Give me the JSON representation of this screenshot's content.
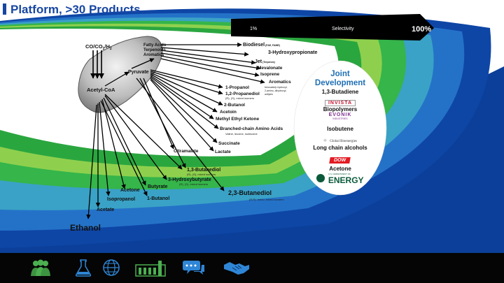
{
  "title": "Platform, >30 Products…",
  "selectivity": {
    "start": "1%",
    "label": "Selectivity",
    "end": "100%"
  },
  "inputs": {
    "feed_prefix": "CO/CO",
    "feed_sub1": "2",
    "feed_mid": "/H",
    "feed_sub2": "2"
  },
  "nodes": {
    "acetyl_coa": "Acetyl-CoA",
    "pyruvate": "Pyruvate",
    "fatty_acids": "Fatty Acids",
    "terpenoids": "Terpenoids",
    "aromatics_in": "Aromatics"
  },
  "products": {
    "biodiesel": "Biodiesel",
    "biodiesel_sub": "(FAE, FAME)",
    "hydroxypropionate": "3-Hydroxypropionate",
    "jet": "Jet",
    "jet_sub": "(Terpenes)",
    "mevalonate": "Mevalonate",
    "isoprene": "Isoprene",
    "aromatics": "Aromatics",
    "aromatics_sub1": "benzoate/p-hydroxyl,",
    "aromatics_sub2": "2-amino, dihydroxyl,",
    "aromatics_sub3": "anilytes",
    "propanol": "1-Propanol",
    "propanediol": "1,2-Propanediol",
    "propanediol_sub": "(R), (S), mixed isomers",
    "butanol2": "2-Butanol",
    "acetoin": "Acetoin",
    "mek": "Methyl Ethyl Ketone",
    "bcaa": "Branched-chain Amino Acids",
    "bcaa_sub": "Valine, leucine, isoleucine",
    "succinate": "Succinate",
    "lactate": "Lactate",
    "citramalate": "Citramalate",
    "butanediol13": "1,3-Butanediol",
    "butanediol13_sub": "(R), (S), mixed isomers",
    "hydroxybutyrate": "3-Hydroxybutyrate",
    "hydroxybutyrate_sub": "(R), (S), mixed isomers",
    "butanediol23": "2,3-Butanediol",
    "butanediol23_sub": "(R,R), meso, mixed isomers",
    "butyrate": "Butyrate",
    "acetone": "Acetone",
    "butanol1": "1-Butanol",
    "isopropanol": "Isopropanol",
    "acetate": "Acetate",
    "ethanol": "Ethanol"
  },
  "joint_development": {
    "title_line1": "Joint",
    "title_line2": "Development",
    "partners": [
      {
        "product": "1,3-Butadiene",
        "logo": "INVISTA",
        "logo_color": "#c8102e"
      },
      {
        "product": "Biopolymers",
        "logo": "EVONIK",
        "logo_sub": "INDUSTRIES",
        "logo_color": "#7b2d8e"
      },
      {
        "product": "Isobutene",
        "logo": "Global Bioenergies",
        "logo_color": "#333333"
      },
      {
        "product": "Long chain alcohols",
        "logo": "DOW",
        "logo_color": "#e31b23"
      },
      {
        "product": "Acetone",
        "logo": "ENERGY",
        "logo_sub": "U.S. DEPARTMENT OF",
        "logo_color": "#0a5a3a"
      }
    ]
  },
  "footer_icons": [
    "people-icon",
    "flask-icon",
    "globe-icon",
    "factory-icon",
    "chat-icon",
    "handshake-icon"
  ],
  "colors": {
    "title": "#1746a2",
    "navy_band": "#0b3f99",
    "blue_band": "#1f6cc2",
    "teal_band": "#3ba4c4",
    "green_band": "#36b84a",
    "light_green_band": "#8fd14f",
    "footer": "#050505",
    "icon_green": "#4caf50",
    "icon_blue": "#2f86d6"
  }
}
